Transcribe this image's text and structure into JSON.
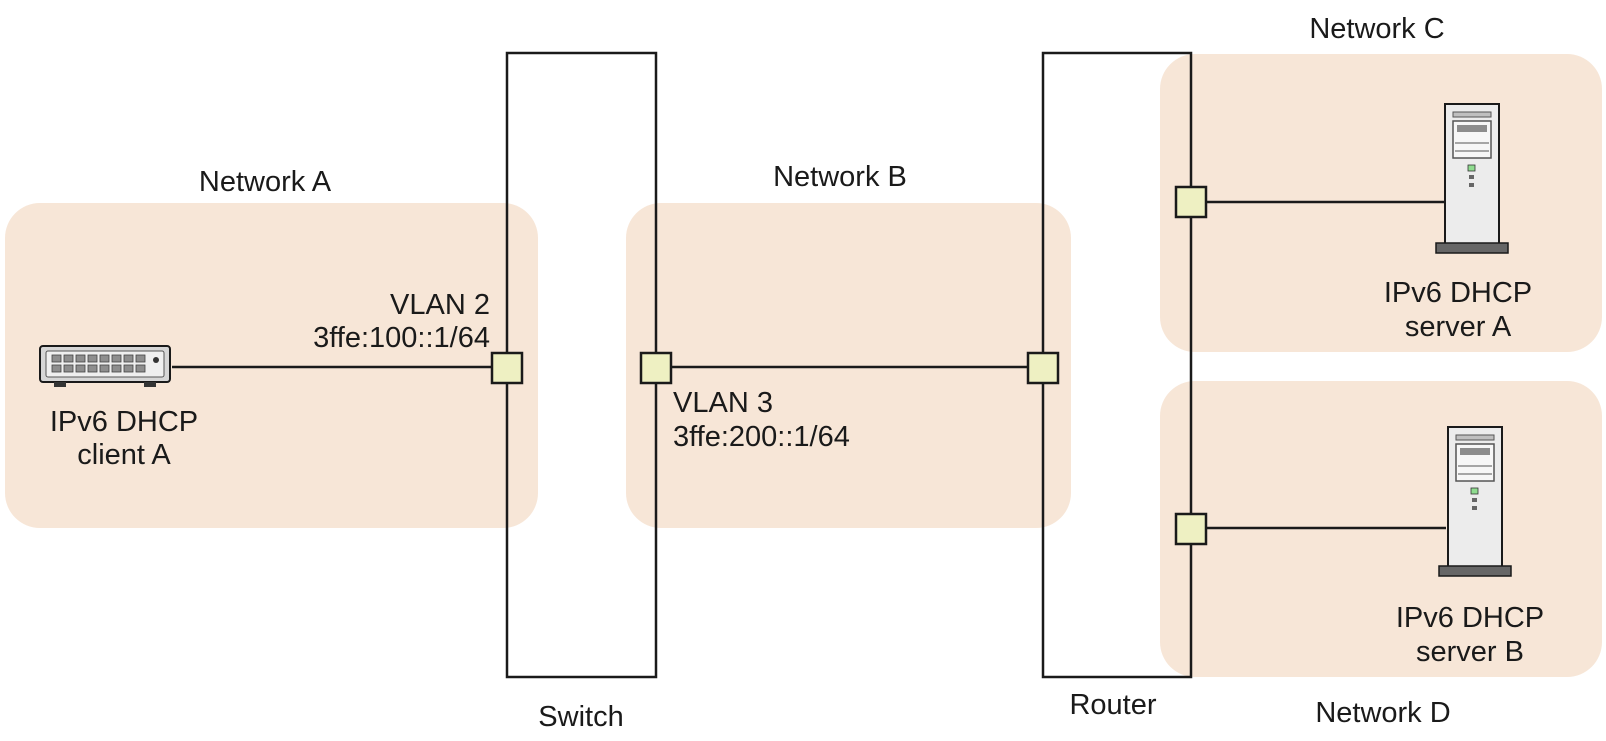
{
  "networks": {
    "a": "Network A",
    "b": "Network B",
    "c": "Network C",
    "d": "Network D"
  },
  "devices": {
    "switch": "Switch",
    "router": "Router",
    "client_line1": "IPv6 DHCP",
    "client_line2": "client A",
    "server_a_line1": "IPv6 DHCP",
    "server_a_line2": "server A",
    "server_b_line1": "IPv6 DHCP",
    "server_b_line2": "server B"
  },
  "vlans": {
    "vlan2_name": "VLAN 2",
    "vlan2_addr": "3ffe:100::1/64",
    "vlan3_name": "VLAN 3",
    "vlan3_addr": "3ffe:200::1/64"
  },
  "colors": {
    "zone": "#f7e6d7",
    "port": "#eef0c2",
    "line": "#1a1a1a"
  },
  "icons": [
    "client-device-icon",
    "server-tower-icon"
  ]
}
